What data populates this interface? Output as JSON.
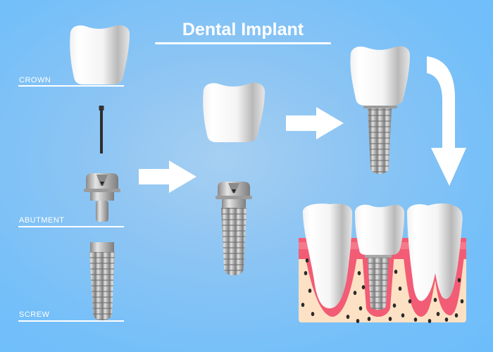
{
  "title": "Dental Implant",
  "labels": {
    "crown": "CROWN",
    "abutment": "ABUTMENT",
    "screw": "SCREW"
  },
  "colors": {
    "background": "#74bff9",
    "text": "#ffffff",
    "gum": "#f25c75",
    "gum_light": "#f98a99",
    "bone": "#fde1c4",
    "bone_dots": "#2a2a2a",
    "tooth": "#f5f5f5",
    "metal": "#b8b8b8"
  },
  "steps": [
    {
      "id": "components",
      "parts": [
        "crown",
        "fixing pin",
        "abutment",
        "screw"
      ]
    },
    {
      "id": "crown-above-assembled-abutment-screw"
    },
    {
      "id": "crown-on-implant"
    },
    {
      "id": "implant-in-jaw"
    }
  ]
}
